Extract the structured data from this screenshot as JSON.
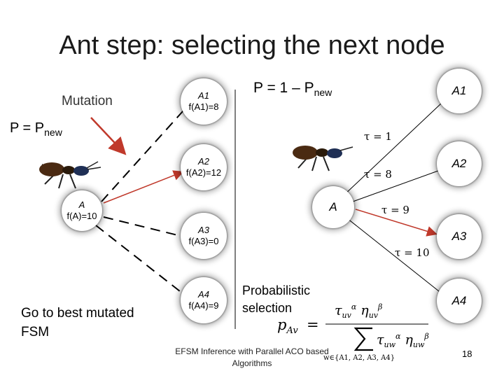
{
  "slide": {
    "title": "Ant step: selecting the next node",
    "mutation_label": "Mutation",
    "p_new_label": "P = P",
    "p_new_sub": "new",
    "go_best_label": "Go to best mutated FSM",
    "one_minus_label": "P = 1 – P",
    "one_minus_sub": "new",
    "probabilistic_label": "Probabilistic selection",
    "footer": "EFSM Inference with Parallel ACO based Algorithms",
    "page_number": "18"
  },
  "left_graph": {
    "center": {
      "name": "A",
      "value": "f(A)=10"
    },
    "nodes": [
      {
        "name": "A1",
        "value": "f(A1)=8"
      },
      {
        "name": "A2",
        "value": "f(A2)=12"
      },
      {
        "name": "A3",
        "value": "f(A3)=0"
      },
      {
        "name": "A4",
        "value": "f(A4)=9"
      }
    ]
  },
  "right_graph": {
    "center": {
      "name": "A"
    },
    "nodes": [
      {
        "name": "A1"
      },
      {
        "name": "A2"
      },
      {
        "name": "A3"
      },
      {
        "name": "A4"
      }
    ],
    "edge_labels": [
      "τ = 1",
      "τ = 8",
      "τ = 9",
      "τ = 10"
    ]
  },
  "formula": {
    "lhs": "p",
    "lhs_sub": "Av",
    "eq": "=",
    "sum_range": "w∈{A1, A2, A3, A4}"
  },
  "colors": {
    "selected_edge": "#c0392b",
    "arrow": "#c0392b",
    "dashed_edge": "#000000"
  }
}
